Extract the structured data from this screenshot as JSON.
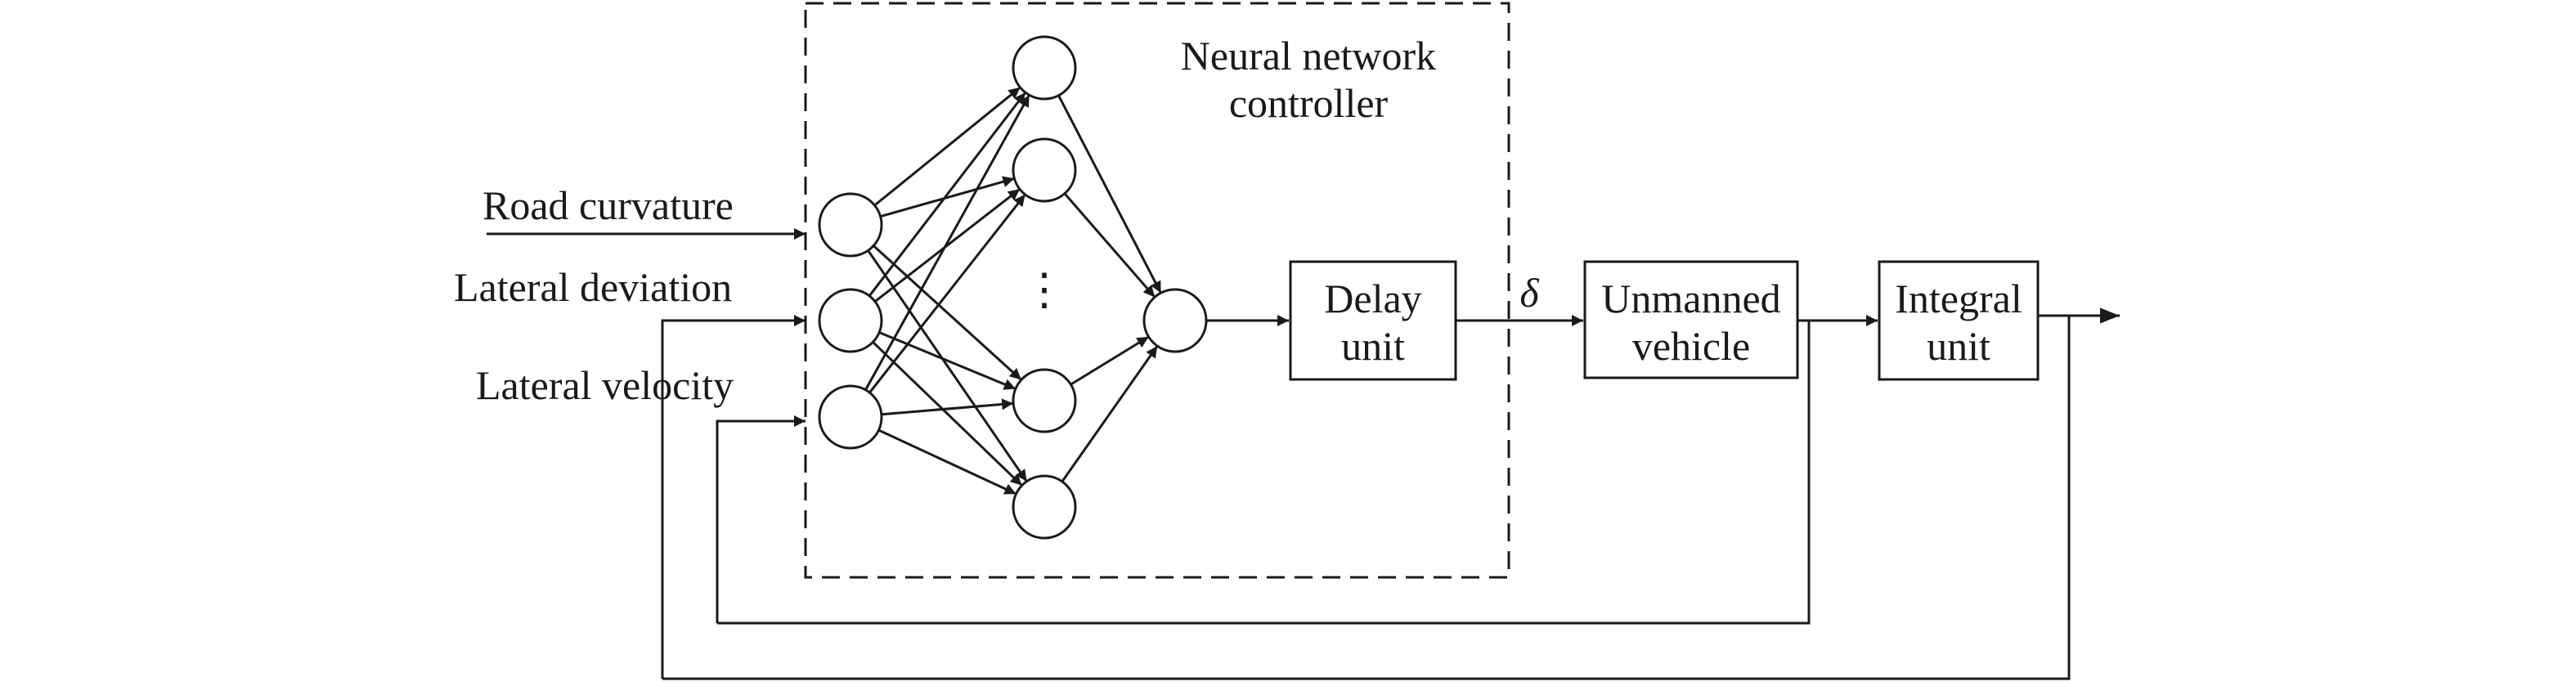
{
  "controller": {
    "title_line1": "Neural network",
    "title_line2": "controller",
    "hidden_ellipsis": "⋮"
  },
  "inputs": {
    "road_curvature": "Road curvature",
    "lateral_deviation": "Lateral deviation",
    "lateral_velocity": "Lateral velocity"
  },
  "blocks": {
    "delay_line1": "Delay",
    "delay_line2": "unit",
    "vehicle_line1": "Unmanned",
    "vehicle_line2": "vehicle",
    "integral_line1": "Integral",
    "integral_line2": "unit"
  },
  "signal": {
    "delta": "δ"
  }
}
